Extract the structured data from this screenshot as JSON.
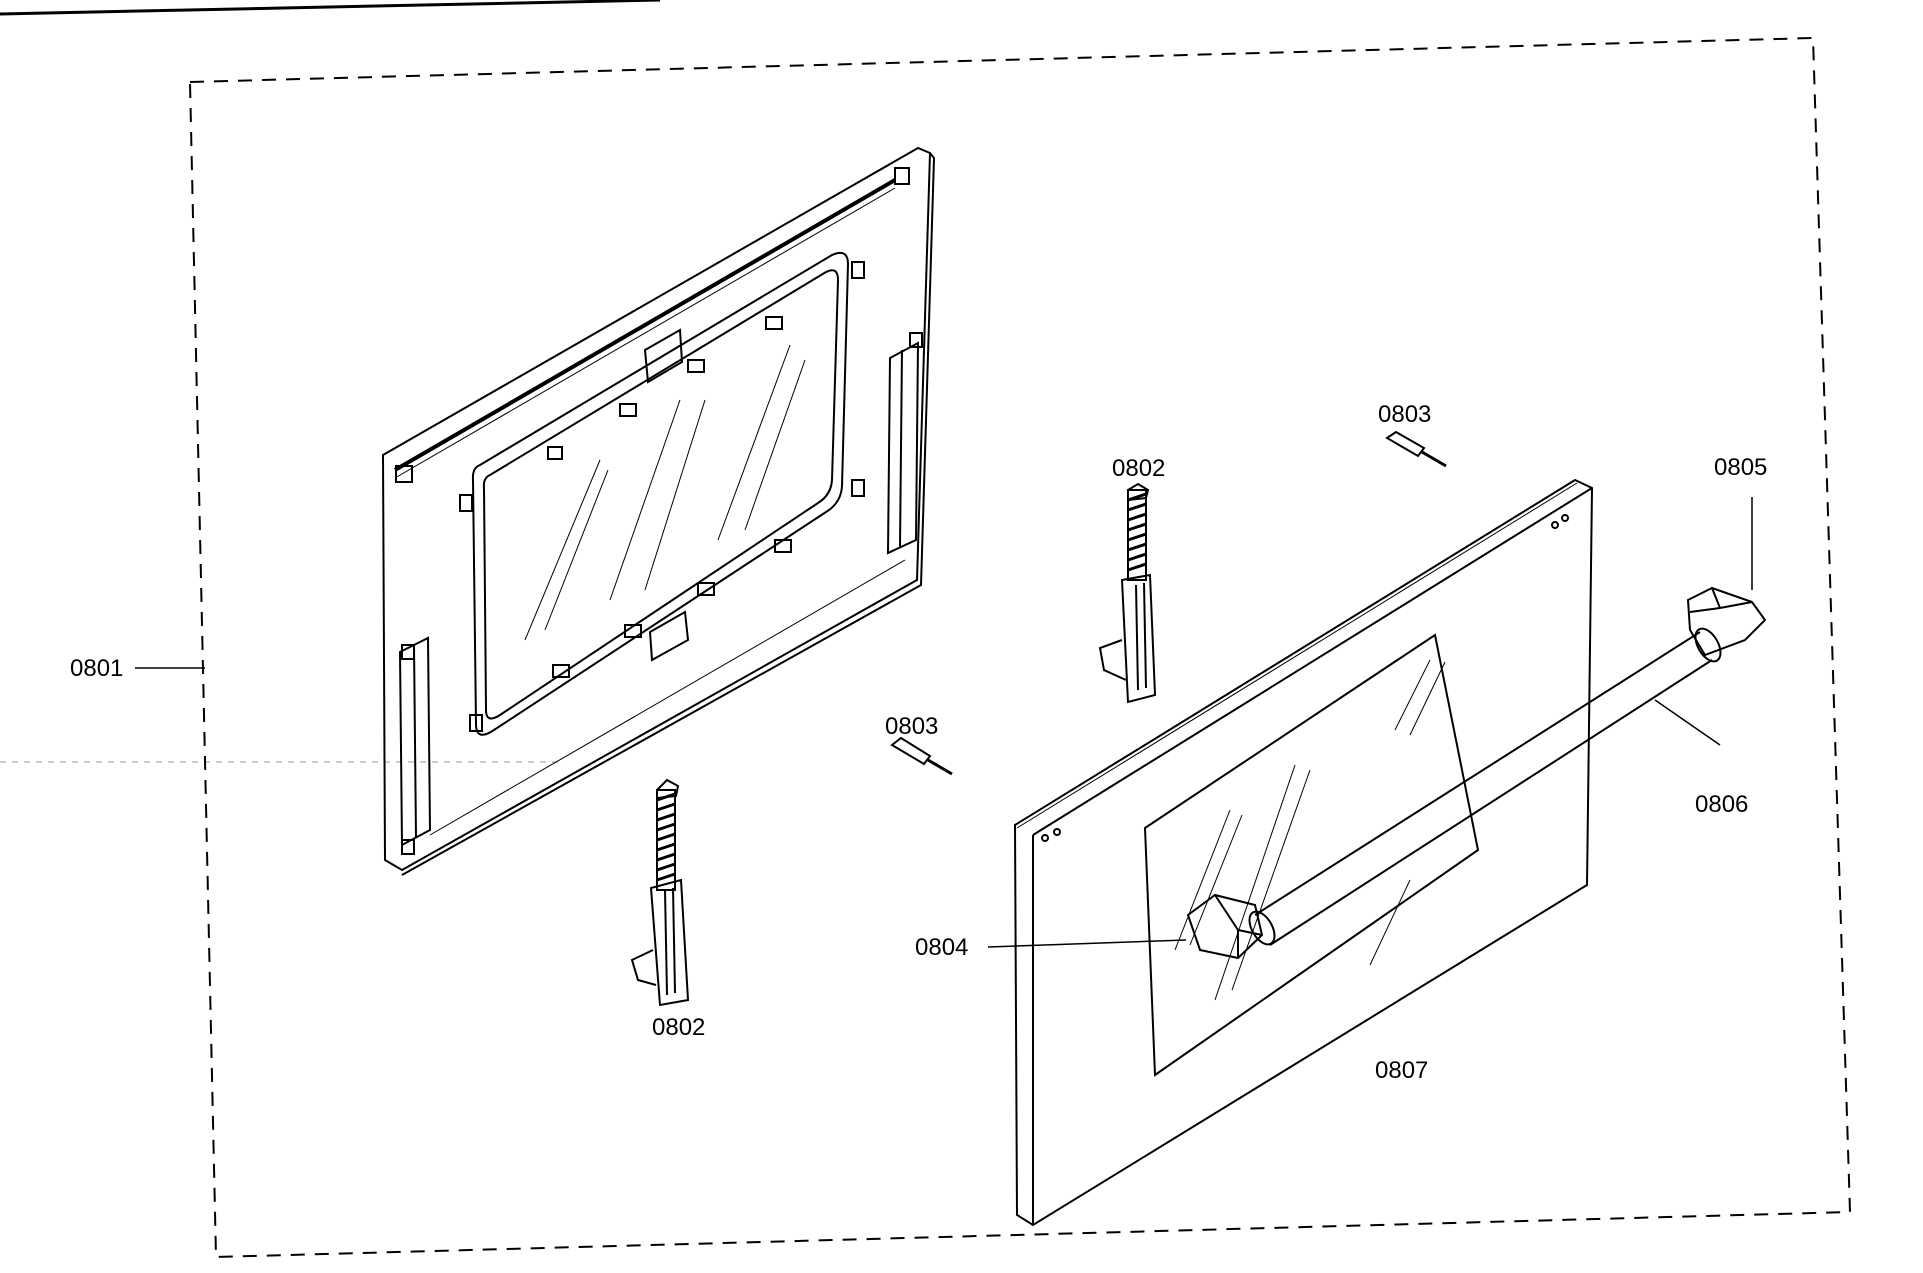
{
  "diagram": {
    "labels": {
      "part_0801": "0801",
      "part_0802_top": "0802",
      "part_0802_bottom": "0802",
      "part_0803_top": "0803",
      "part_0803_mid": "0803",
      "part_0804": "0804",
      "part_0805": "0805",
      "part_0806": "0806",
      "part_0807": "0807"
    },
    "colors": {
      "line": "#000000",
      "background": "#ffffff"
    }
  }
}
